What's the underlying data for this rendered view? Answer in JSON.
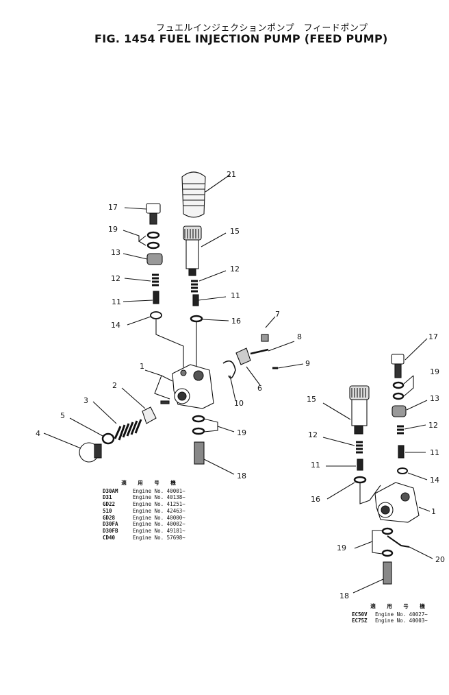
{
  "header": {
    "jp_title": "フュエルインジェクションポンプ　フィードポンプ",
    "en_title": "FIG. 1454  FUEL INJECTION PUMP (FEED PUMP)"
  },
  "callouts": {
    "c1a": "1",
    "c2": "2",
    "c3": "3",
    "c4": "4",
    "c5": "5",
    "c6": "6",
    "c7": "7",
    "c8": "8",
    "c9": "9",
    "c10": "10",
    "c11a": "11",
    "c12a": "12",
    "c13a": "13",
    "c14a": "14",
    "c15a": "15",
    "c16a": "16",
    "c17a": "17",
    "c18a": "18",
    "c19a": "19",
    "c19b": "19",
    "c21": "21",
    "c17b": "17",
    "c19c": "19",
    "c13b": "13",
    "c15b": "15",
    "c12b": "12",
    "c12c": "12",
    "c11b": "11",
    "c11c": "11",
    "c14b": "14",
    "c16b": "16",
    "c1b": "1",
    "c19d": "19",
    "c20": "20",
    "c18b": "18"
  },
  "table_left": {
    "header": "適 用 号 機",
    "rows": [
      {
        "model": "D30AM",
        "serial": "Engine No. 40001~"
      },
      {
        "model": "D31",
        "serial": "Engine No. 40138~"
      },
      {
        "model": "GD22",
        "serial": "Engine No. 41251~"
      },
      {
        "model": "510",
        "serial": "Engine No. 42463~"
      },
      {
        "model": "GD28",
        "serial": "Engine No. 40000~"
      },
      {
        "model": "D30FA",
        "serial": "Engine No. 40002~"
      },
      {
        "model": "D30FB",
        "serial": "Engine No. 49181~"
      },
      {
        "model": "CD40",
        "serial": "Engine No. 57698~"
      }
    ]
  },
  "table_right": {
    "header": "適 用 号 機",
    "rows": [
      {
        "model": "EC50V",
        "serial": "Engine No. 40027~"
      },
      {
        "model": "EC75Z",
        "serial": "Engine No. 40003~"
      }
    ]
  }
}
